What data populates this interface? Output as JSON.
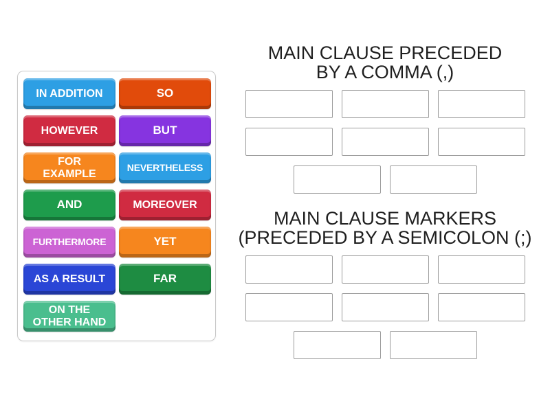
{
  "game": {
    "type": "group-sort",
    "background": "#ffffff"
  },
  "tiles": [
    {
      "label": "IN ADDITION",
      "color": "#2d9fe4"
    },
    {
      "label": "SO",
      "color": "#e14b0b"
    },
    {
      "label": "HOWEVER",
      "color": "#d02b41"
    },
    {
      "label": "BUT",
      "color": "#8634e0"
    },
    {
      "label": "FOR\nEXAMPLE",
      "color": "#f6861e"
    },
    {
      "label": "NEVERTHELESS",
      "color": "#2d9fe4"
    },
    {
      "label": "AND",
      "color": "#1e9c4c"
    },
    {
      "label": "MOREOVER",
      "color": "#d02b41"
    },
    {
      "label": "FURTHERMORE",
      "color": "#cc63d4"
    },
    {
      "label": "YET",
      "color": "#f6861e"
    },
    {
      "label": "AS A RESULT",
      "color": "#2a46d6"
    },
    {
      "label": "FAR",
      "color": "#1e8c42"
    },
    {
      "label": "ON THE\nOTHER HAND",
      "color": "#4abe8e"
    }
  ],
  "groups": [
    {
      "title": "MAIN CLAUSE PRECEDED\nBY A COMMA (,)",
      "slot_count": 8,
      "slot_rows": [
        3,
        3,
        2
      ]
    },
    {
      "title": "MAIN CLAUSE MARKERS\n(PRECEDED BY A SEMICOLON (;)",
      "slot_count": 8,
      "slot_rows": [
        3,
        3,
        2
      ]
    }
  ],
  "colors": {
    "title_text": "#1f1f1f",
    "slot_border": "#9b9b9b",
    "panel_border": "#c9c9c9",
    "tile_text": "#ffffff"
  }
}
